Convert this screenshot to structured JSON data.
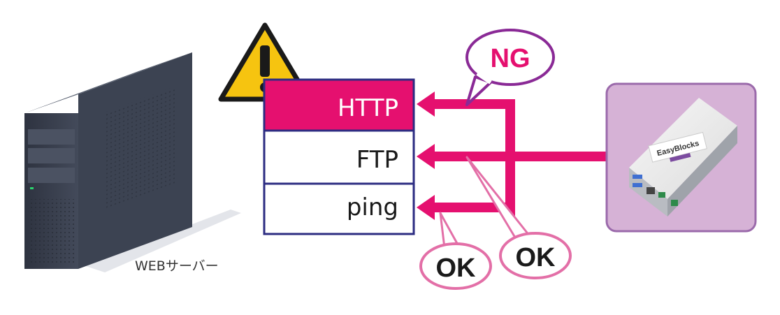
{
  "colors": {
    "accent": "#e5106f",
    "ng_purple": "#8a2a96",
    "ok_pink": "#e36fa7",
    "table_border": "#2c2c82",
    "device_panel": "#d6b2d6",
    "device_panel_border": "#9b6aab",
    "warning_yellow": "#f6c410",
    "server_dark": "#3b4150"
  },
  "server": {
    "label": "WEBサーバー",
    "icon": "tower-server-icon"
  },
  "warning": {
    "icon": "warning-triangle-icon",
    "glyph": "!"
  },
  "protocols": [
    {
      "name": "HTTP",
      "status": "NG",
      "highlighted": true
    },
    {
      "name": "FTP",
      "status": "OK",
      "highlighted": false
    },
    {
      "name": "ping",
      "status": "OK",
      "highlighted": false
    }
  ],
  "bubbles": {
    "ng": "NG",
    "ok_ftp": "OK",
    "ok_ping": "OK"
  },
  "device": {
    "brand": "EasyBlocks",
    "icon": "easyblocks-device-icon"
  }
}
